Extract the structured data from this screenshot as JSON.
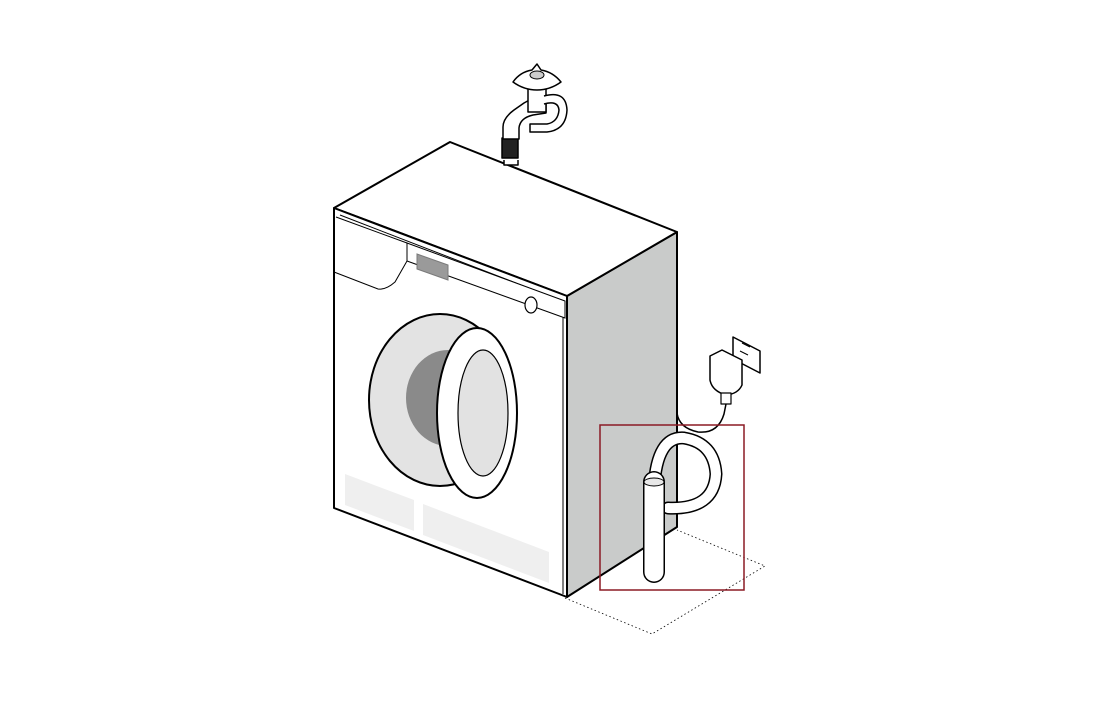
{
  "diagram": {
    "subject": "washing-machine-installation",
    "highlight": {
      "target": "drain-hose",
      "color": "#8b1a24"
    },
    "colors": {
      "outline": "#000000",
      "side_panel": "#c9cbca",
      "door_ring": "#e3e3e3",
      "drum": "#8a8a8a",
      "glass": "#e2e2e2",
      "control_window": "#9a9a9a",
      "kick_panel": "#efefef",
      "background": "#ffffff"
    },
    "parts": [
      "water-tap",
      "inlet-hose",
      "machine-body",
      "control-panel",
      "door",
      "drum",
      "power-cord",
      "power-plug",
      "wall-socket",
      "drain-hose",
      "floor-outline"
    ]
  }
}
